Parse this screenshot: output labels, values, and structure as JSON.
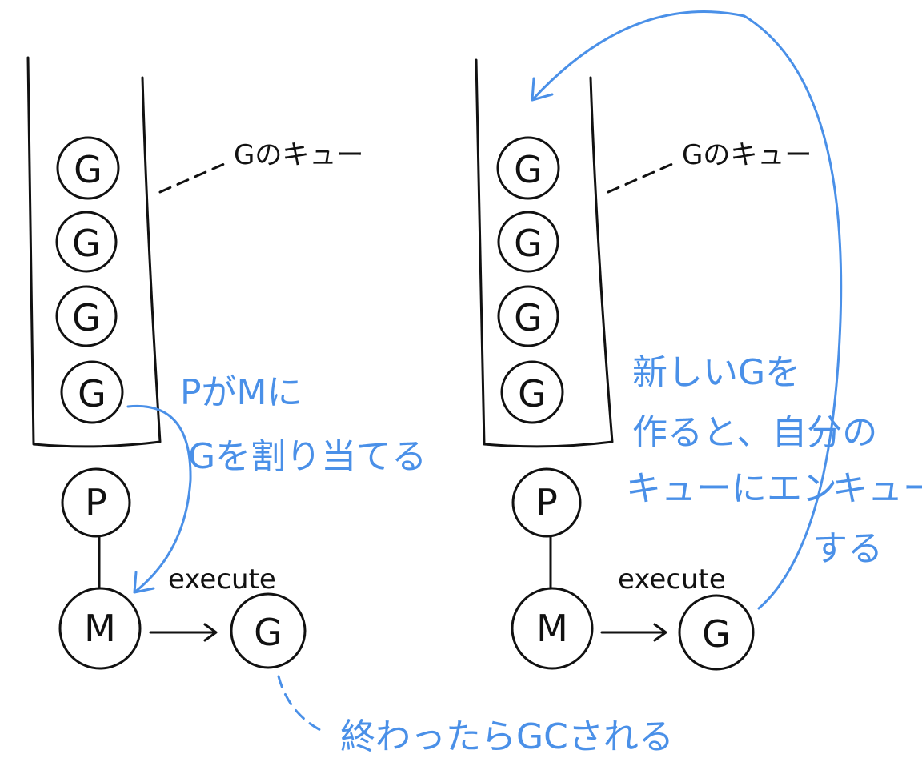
{
  "colors": {
    "ink": "#111111",
    "annotation": "#4a90e8"
  },
  "left": {
    "queue_label": "Gのキュー",
    "queue_items": [
      "G",
      "G",
      "G",
      "G"
    ],
    "p_label": "P",
    "m_label": "M",
    "g_label": "G",
    "execute_label": "execute",
    "assign_note": [
      "PがMに",
      "Gを割り当てる"
    ]
  },
  "right": {
    "queue_label": "Gのキュー",
    "queue_items": [
      "G",
      "G",
      "G",
      "G"
    ],
    "p_label": "P",
    "m_label": "M",
    "g_label": "G",
    "execute_label": "execute",
    "enqueue_note": [
      "新しいGを",
      "作ると、自分の",
      "キューにエン",
      "キュー",
      "する"
    ]
  },
  "gc_note": "終わったらGCされる"
}
